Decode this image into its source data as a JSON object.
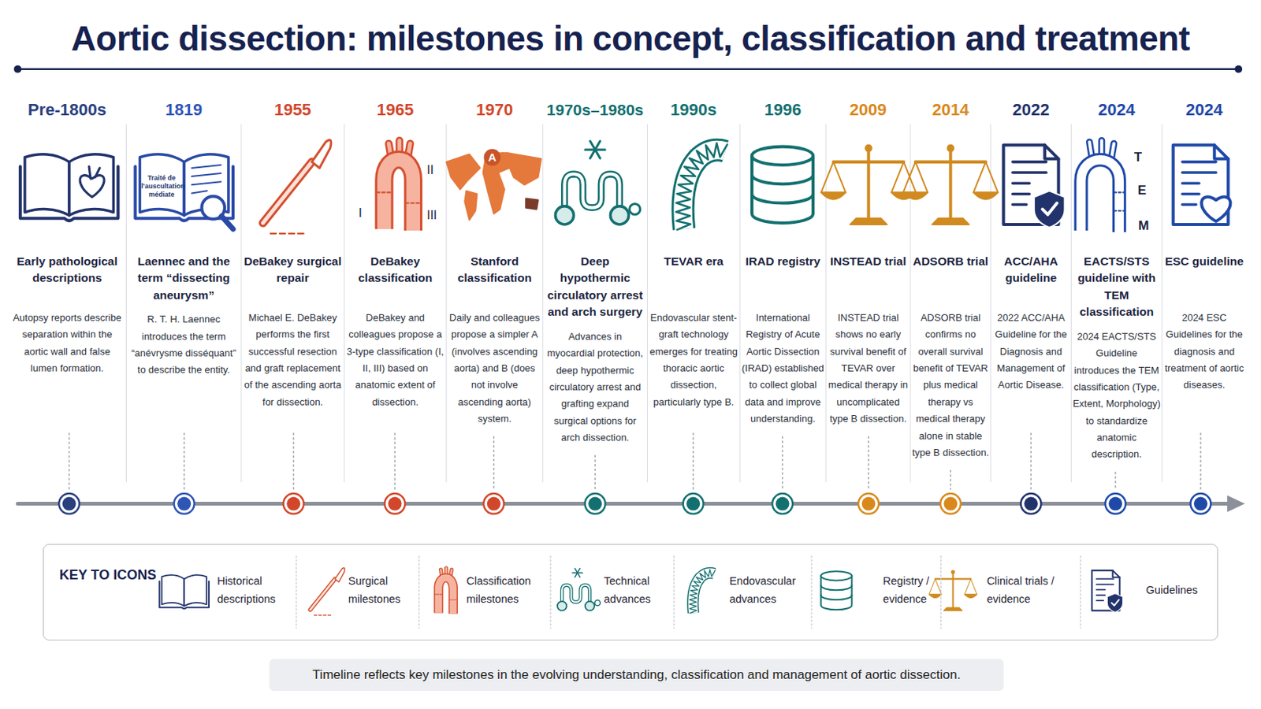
{
  "diagram": {
    "title": "Aortic dissection: milestones in concept, classification and treatment",
    "caption": "Timeline reflects key milestones in the evolving understanding, classification and management of aortic dissection.",
    "nodes": [
      {
        "text": [
          "Pre-1800s",
          "Early pathological descriptions",
          "Autopsy reports describe separation within the aortic wall and false lumen formation."
        ]
      },
      {
        "text": [
          "1819",
          "Laennec and the term “dissecting aneurysm”",
          "R. T. H. Laennec introduces the term “anévrysme disséquant” to describe the entity."
        ]
      },
      {
        "text": [
          "1955",
          "DeBakey surgical repair",
          "Michael E. DeBakey performs the first successful resection and graft replacement of the ascending aorta for dissection."
        ]
      },
      {
        "text": [
          "1965",
          "DeBakey classification",
          "DeBakey and colleagues propose a 3-type classification (I, II, III) based on anatomic extent of dissection."
        ]
      },
      {
        "text": [
          "1970",
          "Stanford classification",
          "Daily and colleagues propose a simpler A (involves ascending aorta) and B (does not involve ascending aorta) system."
        ]
      },
      {
        "text": [
          "1970s–1980s",
          "Deep hypothermic circulatory arrest and arch surgery",
          "Advances in myocardial protection, deep hypothermic circulatory arrest and grafting expand surgical options for arch dissection."
        ]
      },
      {
        "text": [
          "1990s",
          "TEVAR era",
          "Endovascular stent-graft technology emerges for treating thoracic aortic dissection, particularly type B."
        ]
      },
      {
        "text": [
          "1996",
          "IRAD registry",
          "International Registry of Acute Aortic Dissection (IRAD) established to collect global data and improve understanding."
        ]
      },
      {
        "text": [
          "2009",
          "INSTEAD trial",
          "INSTEAD trial shows no early survival benefit of TEVAR over medical therapy in uncomplicated type B dissection."
        ]
      },
      {
        "text": [
          "2014",
          "ADSORB trial",
          "ADSORB trial confirms no overall survival benefit of TEVAR plus medical therapy vs medical therapy alone in stable type B dissection."
        ]
      },
      {
        "text": [
          "2022",
          "ACC/AHA guideline",
          "2022 ACC/AHA Guideline for the Diagnosis and Management of Aortic Disease."
        ]
      },
      {
        "text": [
          "2024",
          "EACTS/STS guideline with TEM classification",
          "2024 EACTS/STS Guideline introduces the TEM classification (Type, Extent, Morphology) to standardize anatomic description."
        ]
      },
      {
        "text": [
          "2024",
          "ESC guideline",
          "2024 ESC Guidelines for the diagnosis and treatment of aortic diseases."
        ]
      },
      {
        "text": [
          "KEY TO ICONS"
        ]
      }
    ],
    "labels": [
      "Traité de l'auscultation médiate",
      "I",
      "II",
      "III",
      "A",
      "T",
      "E",
      "M"
    ],
    "legend": [
      {
        "text": "Historical descriptions"
      },
      {
        "text": "Surgical milestones"
      },
      {
        "text": "Classification milestones"
      },
      {
        "text": "Technical advances"
      },
      {
        "text": "Endovascular advances"
      },
      {
        "text": "Registry / evidence"
      },
      {
        "text": "Clinical trials / evidence"
      },
      {
        "text": "Guidelines"
      }
    ]
  }
}
